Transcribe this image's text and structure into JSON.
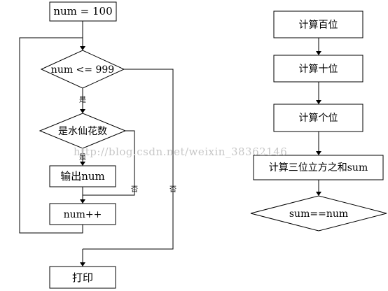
{
  "left_flowchart": {
    "init": "num = 100",
    "condition": "num <= 999",
    "yes_label_1": "是",
    "narcissistic_check": "是水仙花数",
    "yes_label_2": "是",
    "output": "输出num",
    "no_label_1": "否",
    "no_label_2": "否",
    "increment": "num++",
    "print": "打印"
  },
  "right_flowchart": {
    "step_hundreds": "计算百位",
    "step_tens": "计算十位",
    "step_ones": "计算个位",
    "step_cube_sum": "计算三位立方之和sum",
    "condition": "sum==num"
  },
  "watermark": "http://blog.csdn.net/weixin_38362146"
}
